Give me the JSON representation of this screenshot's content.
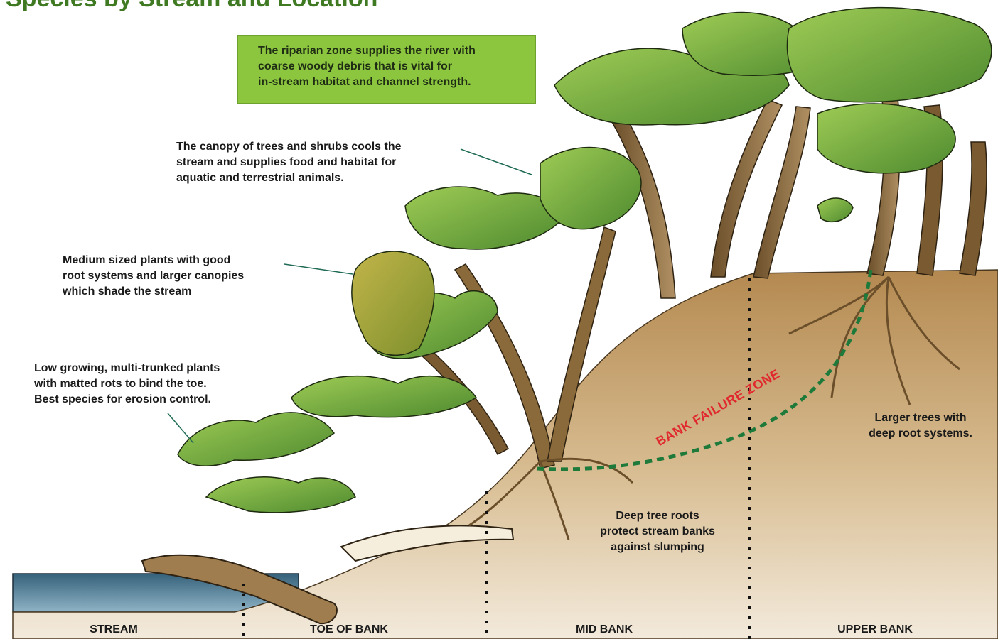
{
  "title": "Species by Stream and Location",
  "callout": {
    "lines": [
      "The riparian zone supplies the river with",
      "coarse woody debris that is vital for",
      "in-stream habitat and channel strength."
    ]
  },
  "labels": {
    "canopy": [
      "The canopy of trees and shrubs cools the",
      "stream and supplies food and habitat for",
      "aquatic and terrestrial animals."
    ],
    "medium": [
      "Medium sized plants with good",
      "root systems and larger canopies",
      "which shade the stream"
    ],
    "low": [
      "Low growing, multi-trunked plants",
      "with matted rots to bind the toe.",
      "Best species for erosion control."
    ],
    "larger_trees": [
      "Larger trees with",
      "deep root systems."
    ],
    "deep_roots": [
      "Deep tree roots",
      "protect stream banks",
      "against slumping"
    ],
    "bank_failure": "BANK FAILURE ZONE"
  },
  "zones": [
    "STREAM",
    "TOE OF BANK",
    "MID BANK",
    "UPPER BANK"
  ],
  "colors": {
    "title": "#3f7a23",
    "callout_bg": "#8cc63f",
    "failure_text": "#e0282e",
    "failure_line": "#1e7a3a",
    "soil": "#c8a06a",
    "water": "#5b8aa8",
    "foliage": "#6fa844",
    "trunk": "#8a6a3a"
  }
}
